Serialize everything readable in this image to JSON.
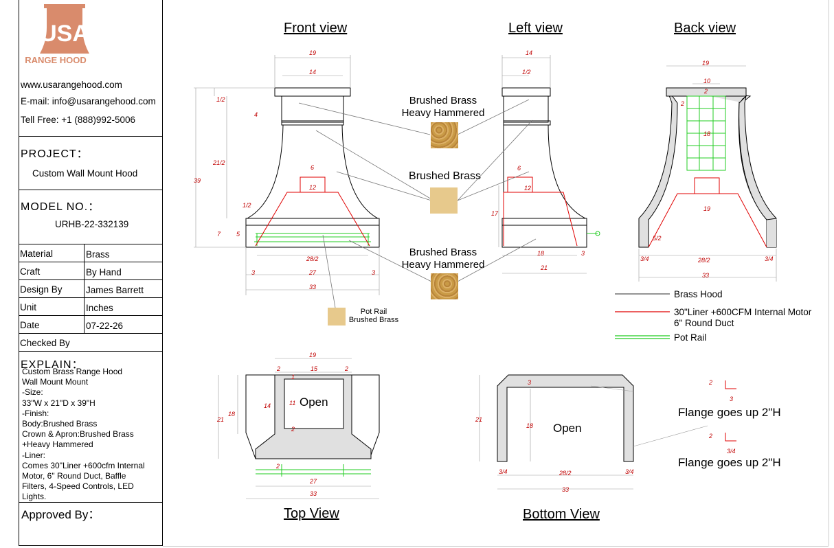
{
  "logo": {
    "brand": "USA",
    "sub": "RANGE HOOD"
  },
  "contact": {
    "website": "www.usarangehood.com",
    "email": "E-mail: info@usarangehood.com",
    "phone": "Tell Free: +1 (888)992-5006"
  },
  "project": {
    "heading": "PROJECT：",
    "value": "Custom Wall Mount Hood"
  },
  "model": {
    "heading": "MODEL NO.：",
    "value": "URHB-22-332139"
  },
  "info_rows": [
    {
      "key": "Material",
      "value": "Brass"
    },
    {
      "key": "Craft",
      "value": "By Hand"
    },
    {
      "key": "Design By",
      "value": "James Barrett"
    },
    {
      "key": "Unit",
      "value": "Inches"
    },
    {
      "key": "Date",
      "value": "07-22-26"
    },
    {
      "key": "Checked By",
      "value": ""
    }
  ],
  "explain": {
    "heading": "EXPLAIN：",
    "text": "Custom Brass Range Hood\nWall Mount Mount\n-Size:\n33\"W x 21\"D x 39\"H\n-Finish:\nBody:Brushed Brass\nCrown & Apron:Brushed Brass\n+Heavy Hammered\n-Liner:\nComes 30\"Liner +600cfm Internal\nMotor, 6\" Round Duct, Baffle\nFilters, 4-Speed Controls, LED\nLights."
  },
  "approved": "Approved By：",
  "views": {
    "front": "Front view",
    "left": "Left view",
    "back": "Back view",
    "top": "Top View",
    "bottom": "Bottom View"
  },
  "materials": {
    "hammered_top": "Brushed Brass\nHeavy Hammered",
    "brushed": "Brushed Brass",
    "hammered_bottom": "Brushed Brass\nHeavy Hammered",
    "pot_rail": "Pot Rail\nBrushed Brass"
  },
  "legend": [
    {
      "label": "Brass Hood",
      "color": "#555555"
    },
    {
      "label": "30\"Liner +600CFM Internal Motor\n6\" Round Duct",
      "color": "#e00000"
    },
    {
      "label": "Pot Rail",
      "color": "#22cc22"
    }
  ],
  "open_label": "Open",
  "flange_note": "Flange goes up 2\"H",
  "dims": {
    "front": [
      "19",
      "14",
      "1/2",
      "4",
      "21/2",
      "39",
      "6",
      "12",
      "1/2",
      "7",
      "5",
      "28/2",
      "3",
      "27",
      "3",
      "33"
    ],
    "left": [
      "14",
      "1/2",
      "6",
      "12",
      "17",
      "18",
      "3",
      "21"
    ],
    "back": [
      "19",
      "10",
      "2",
      "2",
      "18",
      "19",
      "5/2",
      "3/4",
      "28/2",
      "3/4",
      "33"
    ],
    "top": [
      "19",
      "2",
      "15",
      "2",
      "1",
      "11",
      "14",
      "18",
      "21",
      "2",
      "2",
      "27",
      "33"
    ],
    "bottom": [
      "3",
      "18",
      "21",
      "3/4",
      "28/2",
      "3/4",
      "33",
      "2",
      "3",
      "2",
      "3/4"
    ]
  },
  "colors": {
    "brass": "#e7c98c",
    "hammered": "#c99a46",
    "liner": "#e00000",
    "rail": "#22cc22",
    "logo": "#d98b6c"
  }
}
